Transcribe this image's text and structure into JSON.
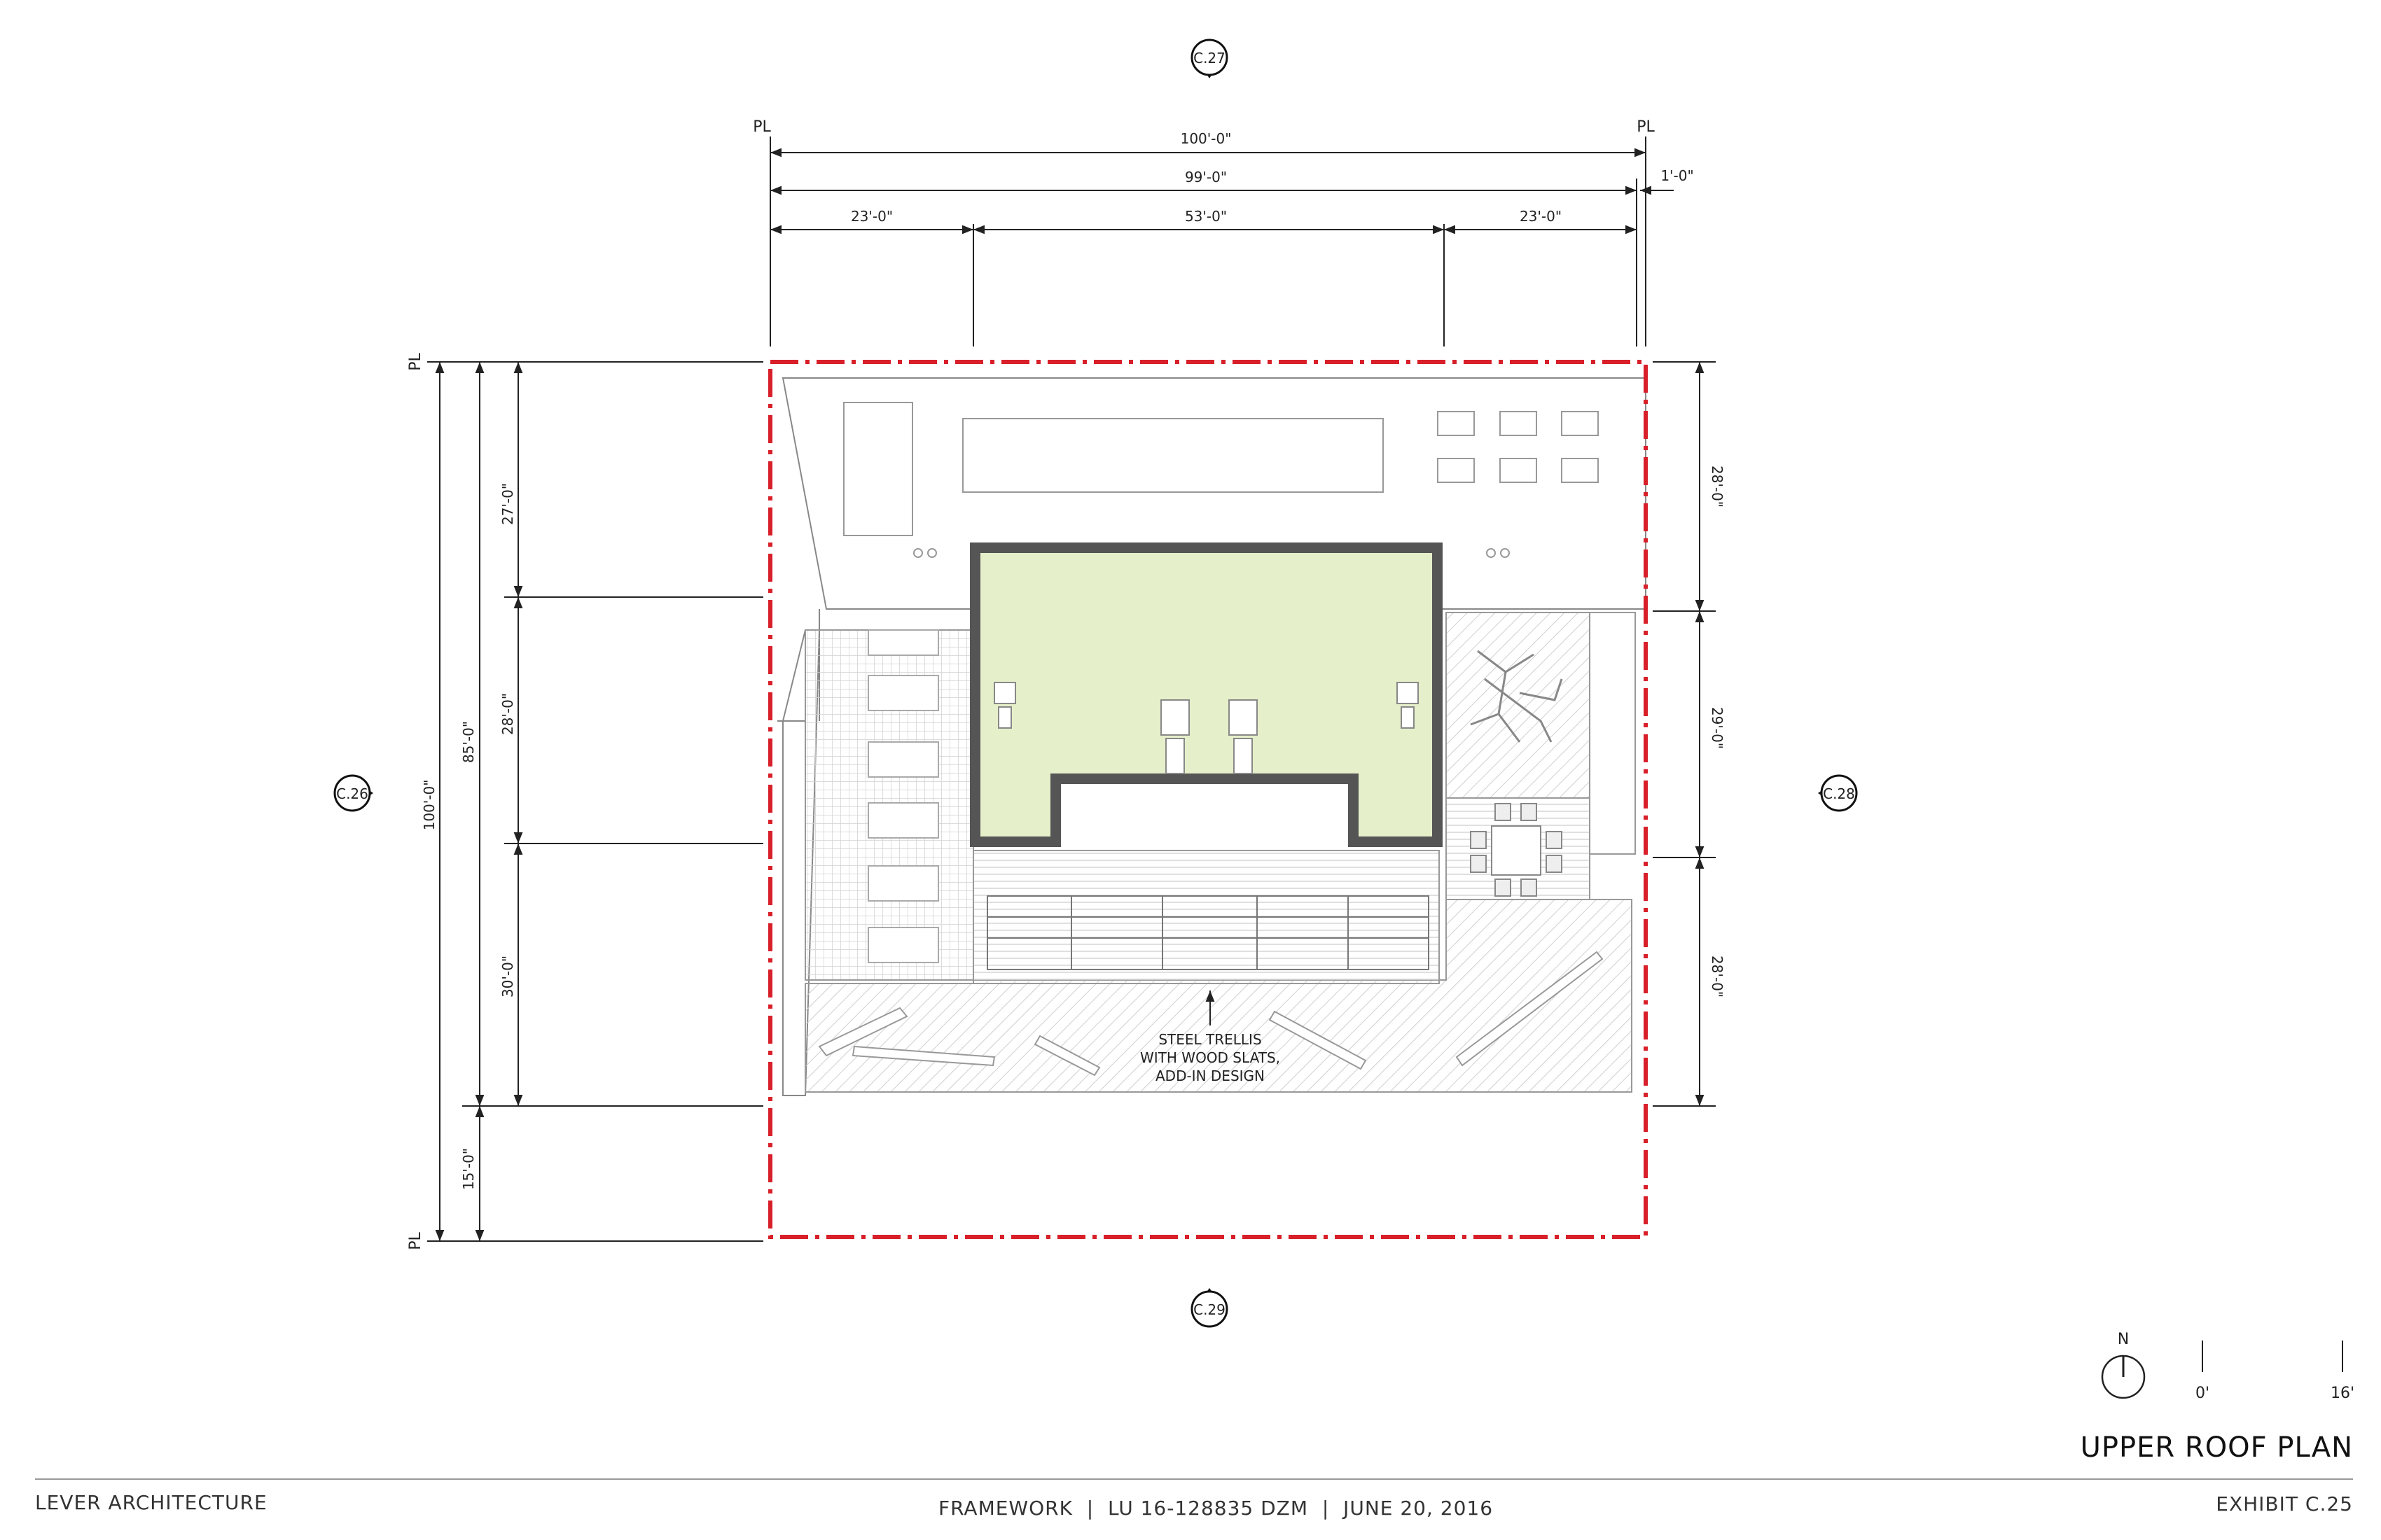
{
  "colors": {
    "property_line": "#d8202a",
    "roof_green": "#e5efc9",
    "dim": "#222222",
    "hatch": "#c8c8c8"
  },
  "section_markers": {
    "top": "C.27",
    "left": "C.26",
    "right": "C.28",
    "bottom": "C.29"
  },
  "pl_label": "PL",
  "dims_top": {
    "overall": "100'-0\"",
    "inner": "99'-0\"",
    "side": "1'-0\"",
    "left_seg": "23'-0\"",
    "mid_seg": "53'-0\"",
    "right_seg": "23'-0\""
  },
  "dims_left": {
    "overall": "100'-0\"",
    "sub": "85'-0\"",
    "seg1": "27'-0\"",
    "seg2": "28'-0\"",
    "seg3": "30'-0\"",
    "seg4": "15'-0\""
  },
  "dims_right": {
    "seg1": "28'-0\"",
    "seg2": "29'-0\"",
    "seg3": "28'-0\""
  },
  "annotation": {
    "line1": "STEEL TRELLIS",
    "line2": "WITH WOOD SLATS,",
    "line3": "ADD-IN DESIGN"
  },
  "north": {
    "label": "N",
    "icon": "north-arrow-icon"
  },
  "scale": {
    "start": "0'",
    "end": "16'"
  },
  "sheet_title": "UPPER ROOF PLAN",
  "footer": {
    "firm": "LEVER ARCHITECTURE",
    "project": "FRAMEWORK  |  LU 16-128835 DZM  |  JUNE 20, 2016",
    "exhibit": "EXHIBIT C.25"
  }
}
